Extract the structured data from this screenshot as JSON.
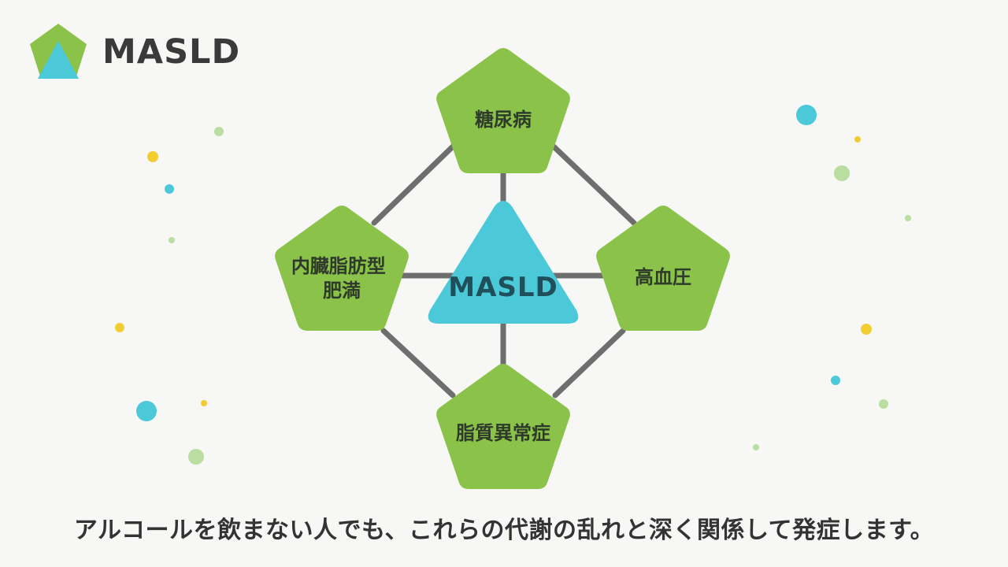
{
  "logo": {
    "text": "MASLD",
    "icon": "pentagon-triangle-logo-icon"
  },
  "diagram": {
    "center": {
      "label": "MASLD",
      "shape": "triangle",
      "color": "#4cc9d8"
    },
    "nodes": [
      {
        "id": "top",
        "lines": [
          "糖尿病"
        ]
      },
      {
        "id": "left",
        "lines": [
          "内臓脂肪型",
          "肥満"
        ]
      },
      {
        "id": "right",
        "lines": [
          "高血圧"
        ]
      },
      {
        "id": "bottom",
        "lines": [
          "脂質異常症"
        ]
      }
    ],
    "node_color": "#8bc34a",
    "connector_color": "#6e6e6e"
  },
  "caption": "アルコールを飲まない人でも、これらの代謝の乱れと深く関係して発症します。",
  "colors": {
    "green": "#8bc34a",
    "teal": "#4cc9d8",
    "yellow": "#f2cd32",
    "light_green": "#b9dea0",
    "text": "#333333"
  }
}
